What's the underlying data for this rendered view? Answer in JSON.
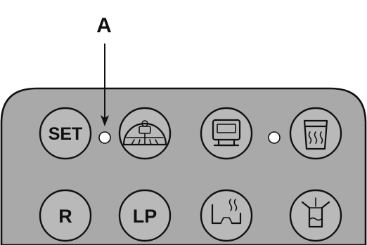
{
  "callout": {
    "label": "A"
  },
  "panel": {
    "color": "#a9a9a9",
    "buttons": [
      {
        "id": "set",
        "label": "SET",
        "icon": "text"
      },
      {
        "id": "sterilize",
        "label": "",
        "icon": "dome-lamp-icon"
      },
      {
        "id": "program",
        "label": "",
        "icon": "display-unit-icon"
      },
      {
        "id": "warm",
        "label": "",
        "icon": "heated-container-icon"
      },
      {
        "id": "reset",
        "label": "R",
        "icon": "text"
      },
      {
        "id": "lp",
        "label": "LP",
        "icon": "text"
      },
      {
        "id": "dry",
        "label": "",
        "icon": "tray-steam-icon"
      },
      {
        "id": "cup",
        "label": "",
        "icon": "cup-water-icon"
      }
    ],
    "indicators": [
      {
        "id": "led-a",
        "state": "off"
      },
      {
        "id": "led-b",
        "state": "off"
      }
    ]
  }
}
